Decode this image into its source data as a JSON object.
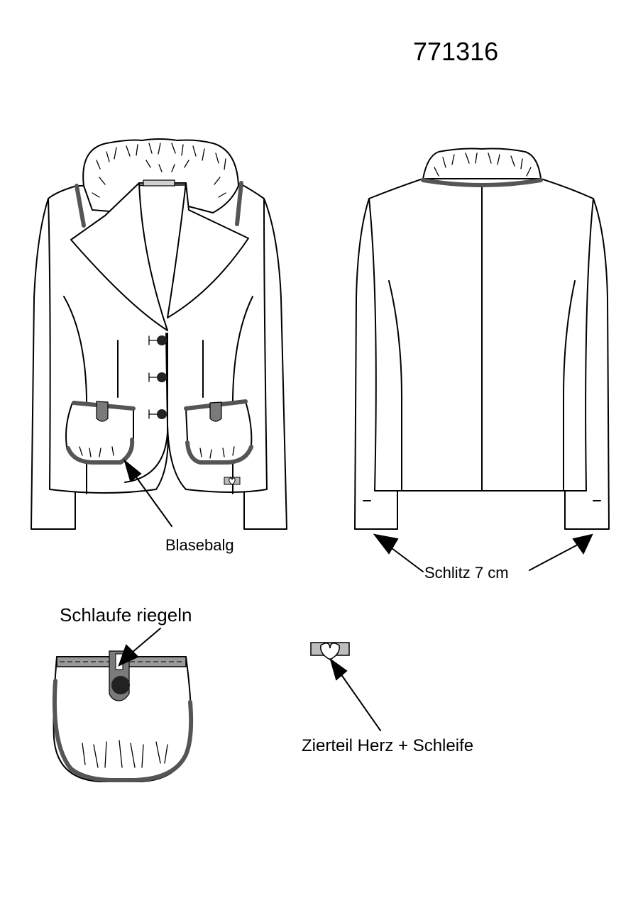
{
  "style_number": "771316",
  "labels": {
    "blasebalg": "Blasebalg",
    "schlitz": "Schlitz 7 cm",
    "schlaufe": "Schlaufe riegeln",
    "zierteil": "Zierteil Herz + Schleife"
  },
  "colors": {
    "line": "#000000",
    "trim": "#7a7a7a",
    "background": "#ffffff"
  }
}
